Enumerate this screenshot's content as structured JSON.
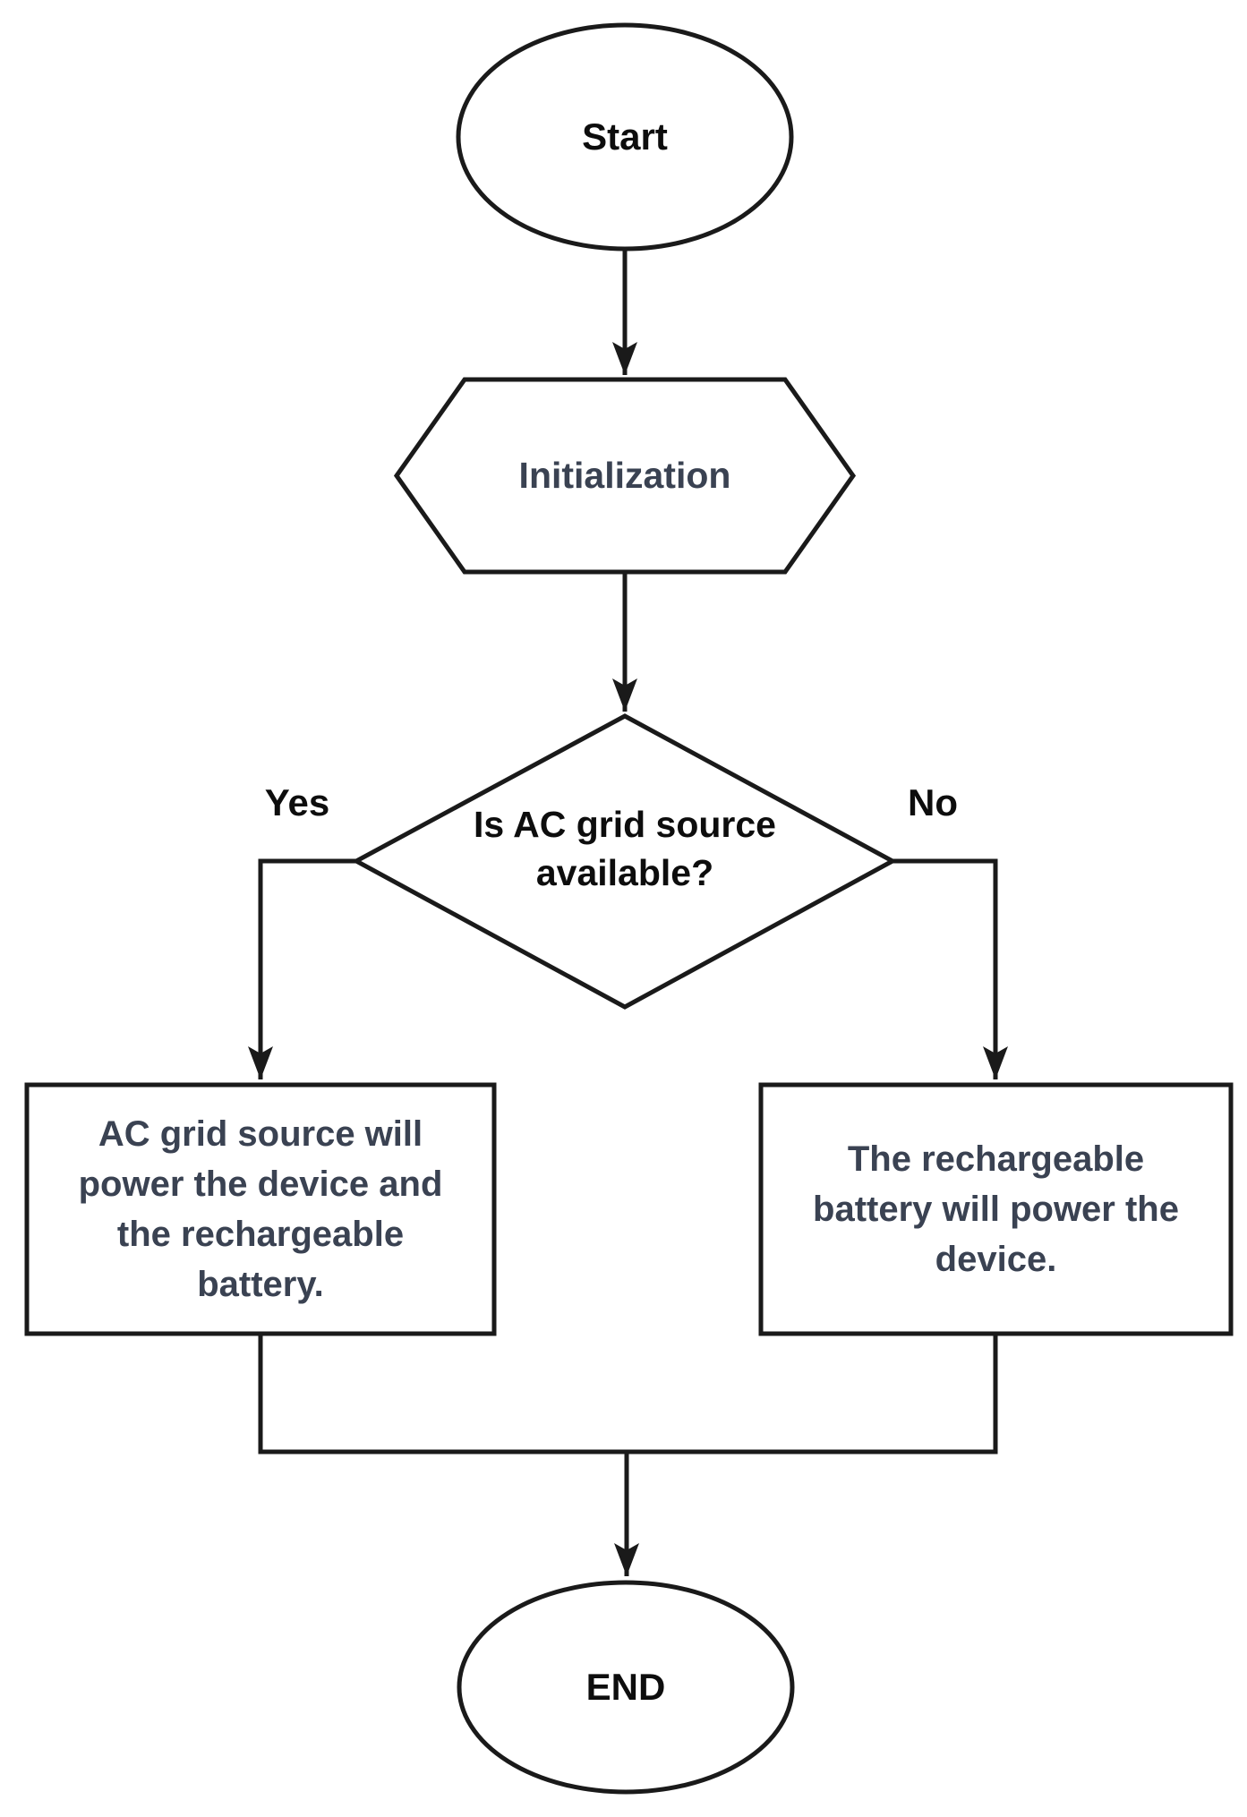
{
  "diagram": {
    "type": "flowchart",
    "nodes": {
      "start": {
        "shape": "terminator-ellipse",
        "label": "Start"
      },
      "initialization": {
        "shape": "preparation-hexagon",
        "label": "Initialization"
      },
      "decision": {
        "shape": "decision-diamond",
        "label": "Is AC grid source\navailable?"
      },
      "ac_power": {
        "shape": "process-rectangle",
        "label": "AC grid source will\npower the device and\nthe rechargeable\nbattery."
      },
      "battery_power": {
        "shape": "process-rectangle",
        "label": "The rechargeable\nbattery will power the\ndevice."
      },
      "end": {
        "shape": "terminator-ellipse",
        "label": "END"
      }
    },
    "branch_labels": {
      "yes": "Yes",
      "no": "No"
    },
    "colors": {
      "background": "#ffffff",
      "stroke": "#1a1a1a",
      "shape_fill": "#ffffff",
      "text_black": "#0d0d0d",
      "text_slate": "#3a4252"
    }
  }
}
